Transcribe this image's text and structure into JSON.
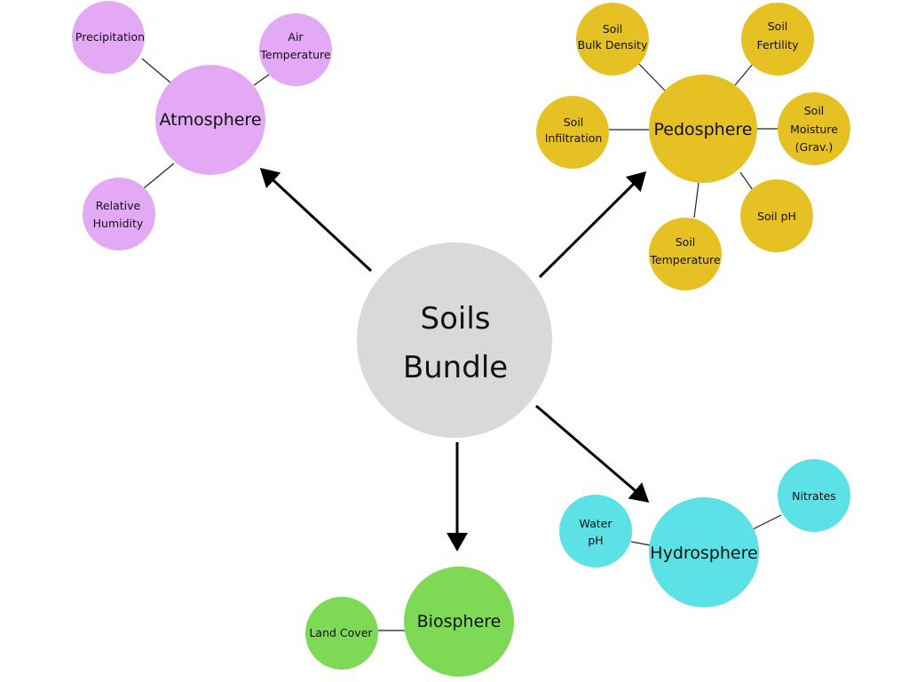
{
  "colors": {
    "center": "#d9d9d9",
    "atmosphere": "#e4a9f5",
    "pedosphere": "#e6c124",
    "hydrosphere": "#5ce1e6",
    "biosphere": "#7ed957"
  },
  "center": {
    "lines": [
      "Soils",
      "Bundle"
    ]
  },
  "atmosphere": {
    "label": "Atmosphere",
    "children": [
      {
        "lines": [
          "Precipitation"
        ]
      },
      {
        "lines": [
          "Air",
          "Temperature"
        ]
      },
      {
        "lines": [
          "Relative",
          "Humidity"
        ]
      }
    ]
  },
  "pedosphere": {
    "label": "Pedosphere",
    "children": [
      {
        "lines": [
          "Soil",
          "Bulk Density"
        ]
      },
      {
        "lines": [
          "Soil",
          "Fertility"
        ]
      },
      {
        "lines": [
          "Soil",
          "Infiltration"
        ]
      },
      {
        "lines": [
          "Soil",
          "Moisture",
          "(Grav.)"
        ]
      },
      {
        "lines": [
          "Soil pH"
        ]
      },
      {
        "lines": [
          "Soil",
          "Temperature"
        ]
      }
    ]
  },
  "hydrosphere": {
    "label": "Hydrosphere",
    "children": [
      {
        "lines": [
          "Water",
          "pH"
        ]
      },
      {
        "lines": [
          "Nitrates"
        ]
      }
    ]
  },
  "biosphere": {
    "label": "Biosphere",
    "children": [
      {
        "lines": [
          "Land Cover"
        ]
      }
    ]
  }
}
